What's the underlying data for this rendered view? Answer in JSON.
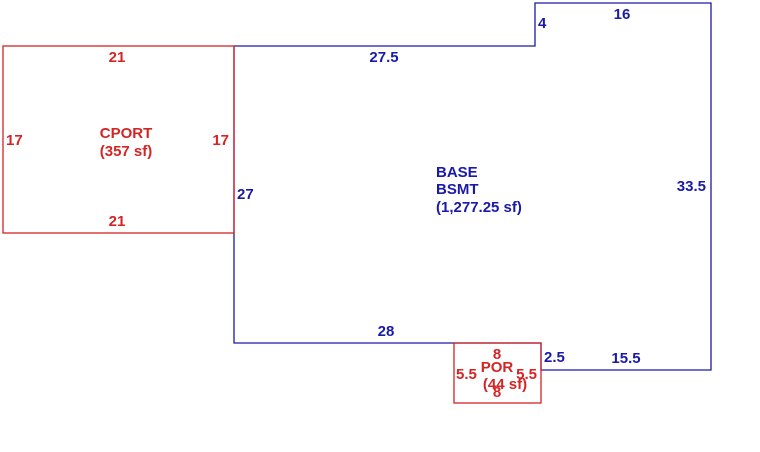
{
  "colors": {
    "base": "#1a1aa8",
    "addition": "#d42424"
  },
  "base": {
    "name": "BASE",
    "subname": "BSMT",
    "area": "(1,277.25 sf)",
    "dims": {
      "top_left": "27.5",
      "notch": "4",
      "top_right": "16",
      "right": "33.5",
      "lower_right": "15.5",
      "step": "2.5",
      "bottom": "28",
      "left": "27"
    }
  },
  "carport": {
    "name": "CPORT",
    "area": "(357 sf)",
    "dims": {
      "top": "21",
      "bottom": "21",
      "left": "17",
      "right": "17"
    }
  },
  "porch": {
    "name": "POR",
    "area": "(44 sf)",
    "dims": {
      "top": "8",
      "bottom": "8",
      "left": "5.5",
      "right": "5.5"
    }
  }
}
